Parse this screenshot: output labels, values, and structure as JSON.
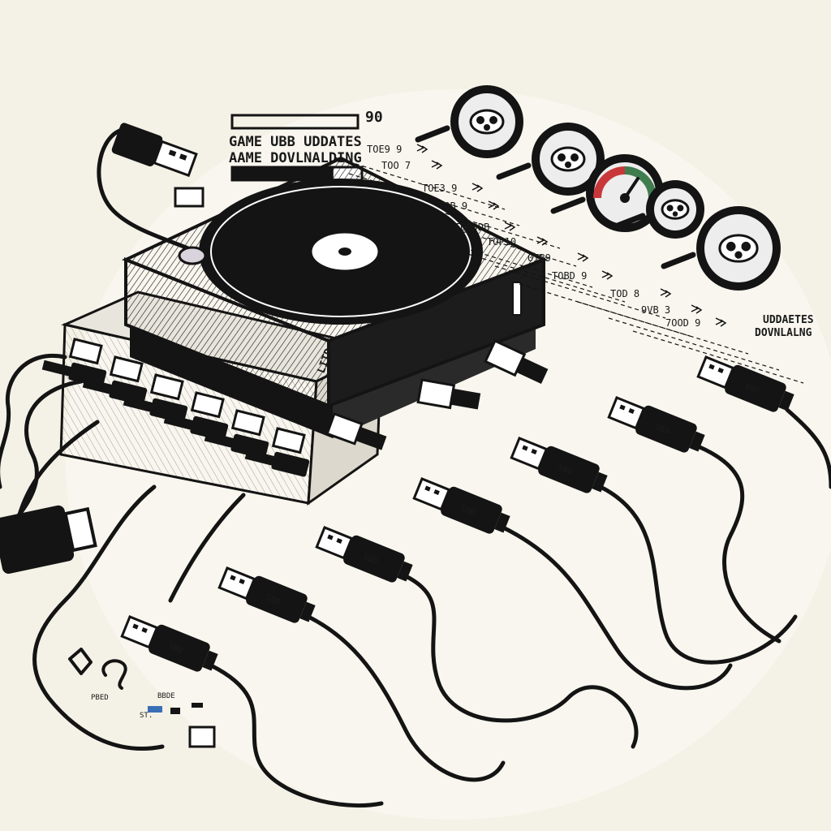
{
  "header": {
    "line1": "GAME UBB UDDATES",
    "line2": "AAME DOVLNALDING",
    "counter": "90"
  },
  "progress": {
    "fraction": 0.78
  },
  "console": {
    "label": "LITD"
  },
  "list_labels": [
    "TOE9 9",
    "TOO 7",
    "TOE3 9",
    "TOB 9",
    "TOODDB",
    "TOP10",
    "0IB9",
    "TOBD 9",
    "TOD 8",
    "9VB 3",
    "7OOD 9"
  ],
  "side_caption": {
    "line1": "UDDAETES",
    "line2": "DOVNLALNG"
  },
  "plug_label": "SBD",
  "bottom_left_labels": [
    "PBED",
    "BBDE",
    "ST."
  ],
  "colors": {
    "ink": "#141414",
    "paper": "#f4f1e6",
    "gauge_red": "#c8383a",
    "gauge_green": "#3f7d4e",
    "legend_blue": "#3a6fb5"
  }
}
